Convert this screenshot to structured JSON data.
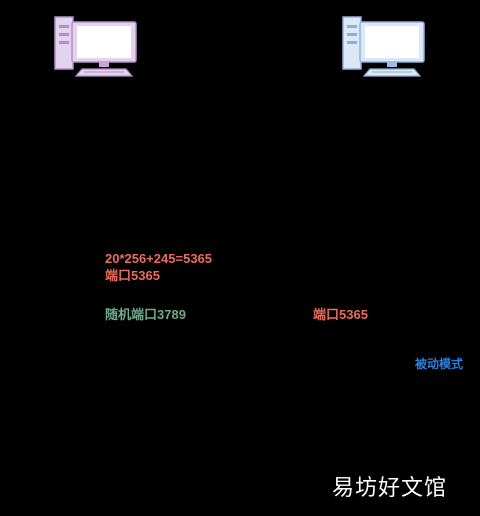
{
  "diagram": {
    "computers": [
      {
        "name": "left-computer",
        "color": "#c9a5d6"
      },
      {
        "name": "right-computer",
        "color": "#9dbde2"
      }
    ],
    "labels": {
      "calculation": "20*256+245=5365",
      "client_port": "端口5365",
      "random_port": "随机端口3789",
      "server_port": "端口5365",
      "mode": "被动模式"
    }
  },
  "watermark": "易坊好文馆"
}
